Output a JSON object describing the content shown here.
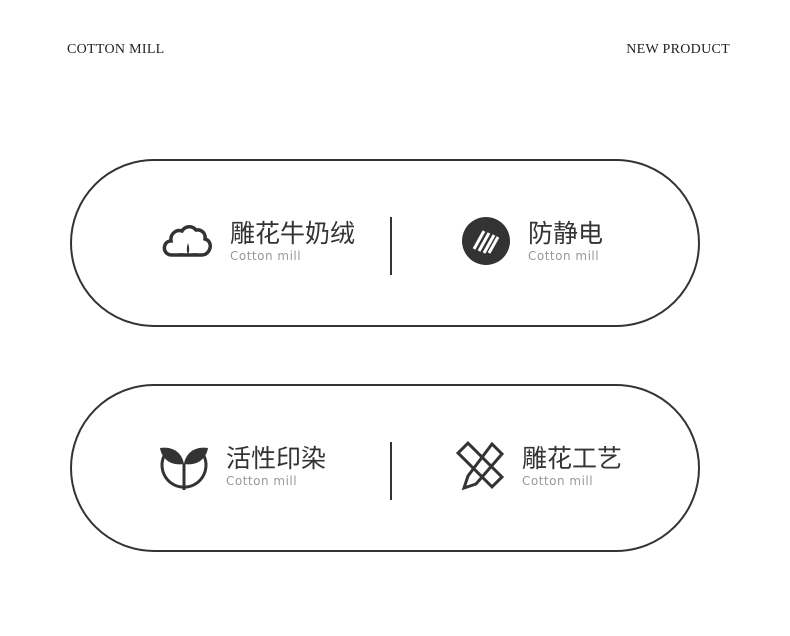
{
  "header": {
    "left": "COTTON MILL",
    "right": "NEW PRODUCT"
  },
  "features": [
    {
      "title": "雕花牛奶绒",
      "subtitle": "Cotton mill",
      "icon": "cotton-icon"
    },
    {
      "title": "防静电",
      "subtitle": "Cotton mill",
      "icon": "antistatic-icon"
    },
    {
      "title": "活性印染",
      "subtitle": "Cotton mill",
      "icon": "sprout-icon"
    },
    {
      "title": "雕花工艺",
      "subtitle": "Cotton mill",
      "icon": "ruler-pencil-icon"
    }
  ]
}
